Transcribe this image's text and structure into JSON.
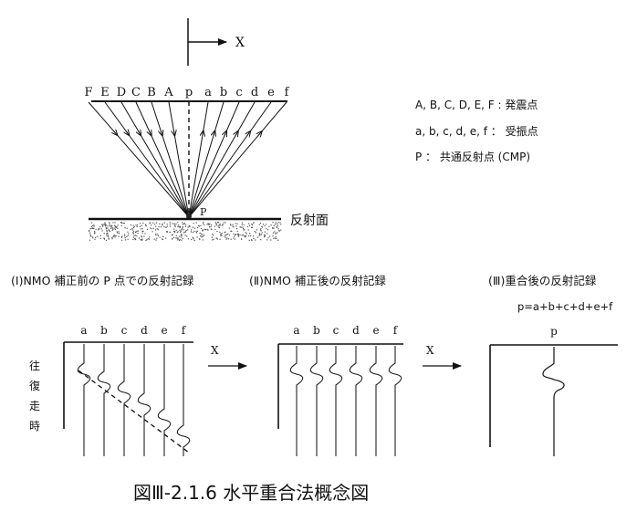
{
  "top": {
    "direction_label": "X",
    "sources": [
      "F",
      "E",
      "D",
      "C",
      "B",
      "A"
    ],
    "midpoint_label": "p",
    "receivers": [
      "a",
      "b",
      "c",
      "d",
      "e",
      "f"
    ],
    "reflection_point_label": "P",
    "reflector_label": "反射面"
  },
  "legend": {
    "line1": "A, B, C, D, E, F : 発震点",
    "line2": "a, b, c, d, e, f  ： 受振点",
    "line3": "P ： 共通反射点 (CMP)"
  },
  "panels": [
    {
      "title": "(Ⅰ)NMO 補正前の P 点での反射記録",
      "traces": [
        "a",
        "b",
        "c",
        "d",
        "e",
        "f"
      ],
      "side_label": [
        "往",
        "復",
        "走",
        "時"
      ]
    },
    {
      "title": "(Ⅱ)NMO 補正後の反射記録",
      "traces": [
        "a",
        "b",
        "c",
        "d",
        "e",
        "f"
      ]
    },
    {
      "title": "(Ⅲ)重合後の反射記録",
      "formula": "p=a+b+c+d+e+f",
      "traces": [
        "p"
      ]
    }
  ],
  "arrows": {
    "label1": "X",
    "label2": "X"
  },
  "caption": "図Ⅲ-2.1.6 水平重合法概念図"
}
